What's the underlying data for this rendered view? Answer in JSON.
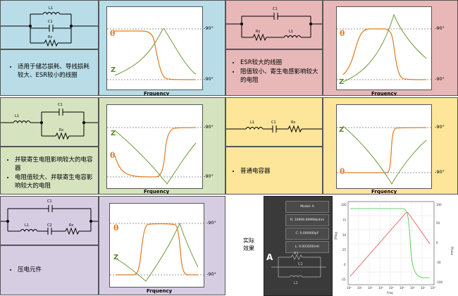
{
  "labels": {
    "theta": "θ",
    "z": "Z",
    "xlabel": "Frquency",
    "top_level": "-90°",
    "bottom_level": "-90°"
  },
  "sections": [
    {
      "id": "s1",
      "components": {
        "a": "L1",
        "b": "C1",
        "c": "Rz"
      },
      "description": [
        "适用于储芯损耗、导线损耗较大、ESR较小的线圈"
      ]
    },
    {
      "id": "s2",
      "components": {
        "a": "C1",
        "b": "Rz",
        "c": "L1"
      },
      "description": [
        "ESR较大的线圈",
        "阻值较小、寄生电感影响较大的电阻"
      ]
    },
    {
      "id": "s3",
      "components": {
        "a": "L1",
        "b": "C1",
        "c": "Rz"
      },
      "description": [
        "并联寄生电阻影响较大的电容器",
        "电阻值较大、并联寄生电容影响较大的电阻"
      ]
    },
    {
      "id": "s4",
      "components": {
        "a": "L1",
        "b": "C1",
        "c": "Rz"
      },
      "description": [
        "普通电容器"
      ]
    },
    {
      "id": "s5",
      "components": {
        "a": "C1",
        "b": "L1",
        "c": "C2",
        "d": "Rz"
      },
      "description": [
        "压电元件"
      ]
    }
  ],
  "real_effect": {
    "label_line1": "实际",
    "label_line2": "效果",
    "model": "Model: A",
    "r_value": "R: 10999.99999kohm",
    "c_value": "C: 0.000000pF",
    "l_value": "L: 0.003500mH",
    "badge": "A",
    "sch_r": "R1",
    "sch_c": "C1",
    "sch_l": "L1",
    "plot_xlabel": "Freq",
    "plot_ylabel_left": "|Mag|",
    "plot_ylabel_right": "Phase",
    "plot_yticks_left": [
      "100",
      "75",
      "50",
      "25",
      "0",
      "-25"
    ],
    "plot_yticks_right": [
      "100",
      "50",
      "0",
      "-50",
      "-100"
    ],
    "plot_xticks": [
      "10⁰",
      "10¹",
      "10²",
      "10³",
      "10⁴",
      "10⁵",
      "10⁶",
      "10⁷",
      "10⁸"
    ]
  }
}
